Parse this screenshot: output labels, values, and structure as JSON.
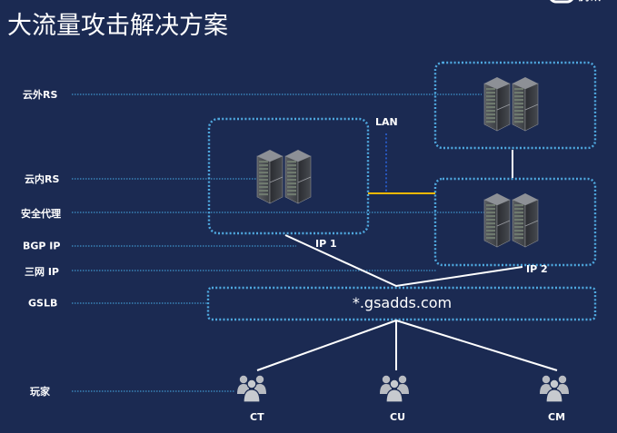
{
  "title": "大流量攻击解决方案",
  "logo": {
    "icon": "brand-logo-icon",
    "text": "腾讯"
  },
  "rows": [
    {
      "id": "yunwai-rs",
      "label": "云外RS"
    },
    {
      "id": "yunnei-rs",
      "label": "云内RS"
    },
    {
      "id": "security-proxy",
      "label": "安全代理"
    },
    {
      "id": "bgp-ip",
      "label": "BGP IP"
    },
    {
      "id": "sanwang-ip",
      "label": "三网 IP"
    },
    {
      "id": "gslb",
      "label": "GSLB"
    },
    {
      "id": "players",
      "label": "玩家"
    }
  ],
  "nodes": {
    "cloud_internal_servers": {
      "icon": "server-rack-icon"
    },
    "cloud_external_servers": {
      "icon": "server-rack-icon"
    },
    "proxy_servers": {
      "icon": "server-rack-icon"
    },
    "lan_label": "LAN",
    "ip1_label": "IP 1",
    "ip2_label": "IP 2",
    "gslb_domain": "*.gsadds.com"
  },
  "players": [
    {
      "label": "CT",
      "icon": "user-group-icon"
    },
    {
      "label": "CU",
      "icon": "user-group-icon"
    },
    {
      "label": "CM",
      "icon": "user-group-icon"
    }
  ],
  "colors": {
    "background": "#1b2a52",
    "dotted_box": "#4fa9e0",
    "guide_line": "#3f95cc",
    "lan_line": "#2a62d8",
    "link_line": "#f5b800",
    "connector": "#ffffff"
  }
}
